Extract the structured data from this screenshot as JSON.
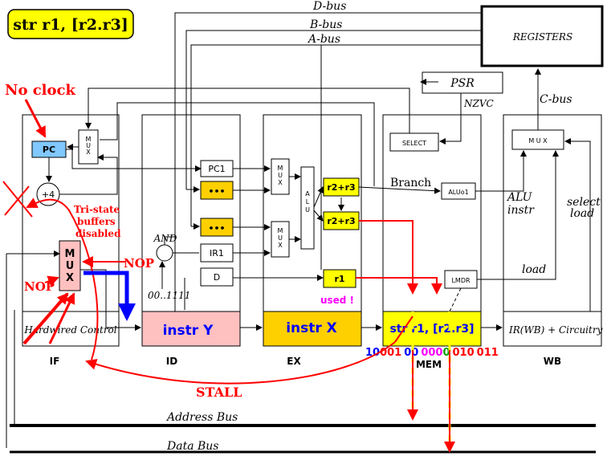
{
  "title": "str r1, [r2.r3]",
  "buses": {
    "d": "D-bus",
    "b": "B-bus",
    "a": "A-bus",
    "c": "C-bus",
    "address": "Address Bus",
    "data": "Data Bus"
  },
  "blocks": {
    "registers": "REGISTERS",
    "psr": "PSR",
    "nzvc": "NZVC",
    "select": "SELECT",
    "pc": "PC",
    "mux_if": "M U X",
    "plus4": "+4",
    "pc1": "PC1",
    "dots1": "•••",
    "dots2": "•••",
    "ir1": "IR1",
    "d": "D",
    "mux_ex_top": "M U X",
    "mux_ex_bot": "M U X",
    "alu": "A L U",
    "r2r3_a": "r2+r3",
    "r2r3_b": "r2+r3",
    "r1": "r1",
    "aluo1": "ALUo1",
    "lmdr": "LMDR",
    "mux_wb": "M U X",
    "mux_hw": "M U X"
  },
  "stage_boxes": {
    "hardwired": "Hardwired Control",
    "instr_y": "instr Y",
    "instr_x": "instr X",
    "str": "str r1, [r2.r3]",
    "wb": "IR(WB) + Circuitry"
  },
  "stages": {
    "if": "IF",
    "id": "ID",
    "ex": "EX",
    "mem": "MEM",
    "wb": "WB"
  },
  "labels": {
    "branch": "Branch",
    "alu_instr_1": "ALU",
    "alu_instr_2": "instr",
    "select_load_1": "select",
    "select_load_2": "load",
    "load": "load",
    "and": "AND",
    "ones": "00..1111",
    "used": "used !"
  },
  "annotations": {
    "no_clock": "No clock",
    "tristate_1": "Tri-state",
    "tristate_2": "buffers",
    "tristate_3": "disabled",
    "nop_1": "NOP",
    "nop_2": "NOP",
    "stall": "STALL"
  },
  "encoding": [
    {
      "text": "10",
      "color": "#0000ff"
    },
    {
      "text": "001",
      "color": "#ff0000"
    },
    {
      "text": "00",
      "color": "#0000ff"
    },
    {
      "text": "000",
      "color": "#ff00ff"
    },
    {
      "text": "0",
      "color": "#00a000"
    },
    {
      "text": "010",
      "color": "#ff0000"
    },
    {
      "text": "011",
      "color": "#ff0000"
    }
  ]
}
